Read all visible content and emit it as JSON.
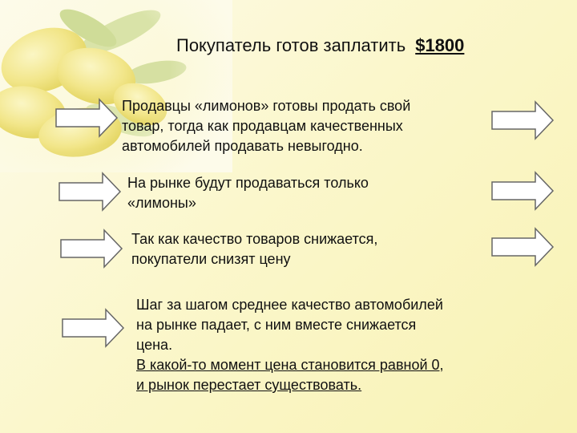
{
  "slide": {
    "title": "Покупатель готов заплатить",
    "price": "$1800",
    "blocks": [
      {
        "lines": [
          "Продавцы «лимонов» готовы продать свой",
          "товар, тогда как продавцам качественных",
          "автомобилей продавать невыгодно."
        ]
      },
      {
        "lines": [
          "На рынке будут продаваться только",
          "«лимоны»"
        ]
      },
      {
        "lines": [
          "Так как качество товаров снижается,",
          "покупатели снизят цену"
        ]
      },
      {
        "lines": [
          "Шаг за шагом среднее качество автомобилей",
          "на рынке падает, с ним вместе снижается",
          "цена."
        ],
        "underlined_lines": [
          "В какой-то момент цена становится равной 0,",
          "и рынок перестает существовать."
        ]
      }
    ]
  },
  "icons": {
    "arrow": "right-block-arrow-icon",
    "decoration": "lemons-image"
  },
  "colors": {
    "background": "#fbf7cc",
    "arrow_fill": "#ffffff",
    "arrow_stroke": "#666666"
  }
}
